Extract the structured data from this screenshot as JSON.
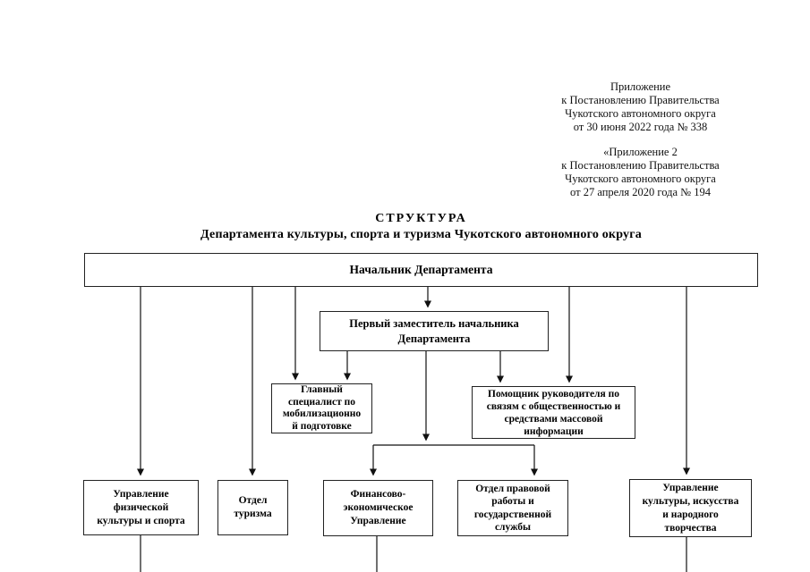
{
  "colors": {
    "background": "#ffffff",
    "text": "#000000",
    "box_border": "#222222",
    "connector": "#111111"
  },
  "annotation": {
    "block1": [
      "Приложение",
      "к Постановлению Правительства",
      "Чукотского автономного округа",
      "от 30 июня 2022 года № 338"
    ],
    "block2": [
      "«Приложение 2",
      "к Постановлению Правительства",
      "Чукотского автономного округа",
      "от 27 апреля 2020 года № 194"
    ]
  },
  "title": {
    "main": "СТРУКТУРА",
    "subtitle": "Департамента культуры, спорта и туризма Чукотского автономного округа"
  },
  "chart": {
    "type": "org-chart",
    "boxes": {
      "head": {
        "lines": [
          "Начальник Департамента"
        ]
      },
      "first_deputy": {
        "lines": [
          "Первый заместитель начальника",
          "Департамента"
        ]
      },
      "mobilization_specialist": {
        "lines": [
          "Главный",
          "специалист по",
          "мобилизационно",
          "й подготовке"
        ]
      },
      "pr_assistant": {
        "lines": [
          "Помощник руководителя по",
          "связям с общественностью и",
          "средствами массовой",
          "информации"
        ]
      },
      "sport_department": {
        "lines": [
          "Управление",
          "физической",
          "культуры и спорта"
        ]
      },
      "tourism_department": {
        "lines": [
          "Отдел",
          "туризма"
        ]
      },
      "finance_department": {
        "lines": [
          "Финансово-",
          "экономическое",
          "Управление"
        ]
      },
      "legal_department": {
        "lines": [
          "Отдел правовой",
          "работы и",
          "государственной",
          "службы"
        ]
      },
      "culture_department": {
        "lines": [
          "Управление",
          "культуры, искусства",
          "и народного",
          "творчества"
        ]
      }
    },
    "edges": [
      [
        "head",
        "first_deputy"
      ],
      [
        "head",
        "mobilization_specialist"
      ],
      [
        "head",
        "pr_assistant"
      ],
      [
        "head",
        "sport_department"
      ],
      [
        "head",
        "tourism_department"
      ],
      [
        "head",
        "culture_department"
      ],
      [
        "first_deputy",
        "mobilization_specialist"
      ],
      [
        "first_deputy",
        "pr_assistant"
      ],
      [
        "first_deputy",
        "finance_department"
      ],
      [
        "first_deputy",
        "legal_department"
      ]
    ]
  }
}
